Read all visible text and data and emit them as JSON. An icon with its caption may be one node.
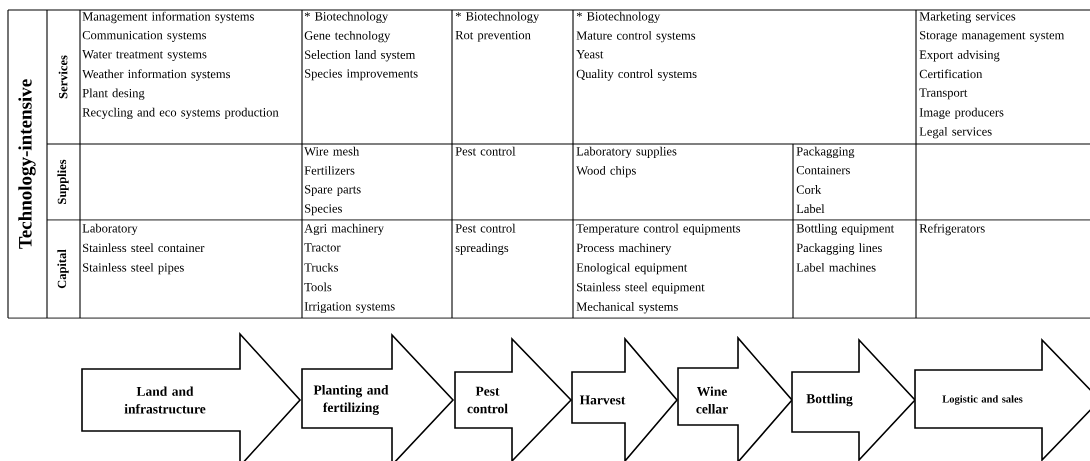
{
  "diagram": {
    "nodes": [
      {
        "text": [
          "Land and infrastructure"
        ]
      },
      {
        "text": [
          "Planting and fertilizing"
        ]
      },
      {
        "text": [
          "Pest control"
        ]
      },
      {
        "text": [
          "Harvest"
        ]
      },
      {
        "text": [
          "Wine cellar"
        ]
      },
      {
        "text": [
          "Bottling"
        ]
      },
      {
        "text": [
          "Logistic and sales"
        ]
      }
    ],
    "labels": [
      "Technology-intensive",
      "Services",
      "Management information systems",
      "Communication systems",
      "Water treatment systems",
      "Weather information systems",
      "Plant desing",
      "Recycling and eco systems production",
      "* Biotechnology",
      "Gene technology",
      "Selection land system",
      "Species improvements",
      "* Biotechnology",
      "Rot prevention",
      "* Biotechnology",
      "Mature control systems",
      "Yeast",
      "Quality control systems",
      "Marketing services",
      "Storage management system",
      "Export advising",
      "Certification",
      "Transport",
      "Image producers",
      "Legal services",
      "Supplies",
      "Wire mesh",
      "Fertilizers",
      "Spare parts",
      "Species",
      "Pest control",
      "Laboratory supplies",
      "Wood chips",
      "Packagging",
      "Containers",
      "Cork",
      "Label",
      "Capital",
      "Laboratory",
      "Stainless steel container",
      "Stainless steel pipes",
      "Agri machinery",
      "Tractor",
      "Trucks",
      "Tools",
      "Irrigation systems",
      "Pest control spreadings",
      "Temperature control equipments",
      "Process machinery",
      "Enological equipment",
      "Stainless steel equipment",
      "Mechanical systems",
      "Bottling equipment",
      "Packagging lines",
      "Label machines",
      "Refrigerators"
    ]
  }
}
